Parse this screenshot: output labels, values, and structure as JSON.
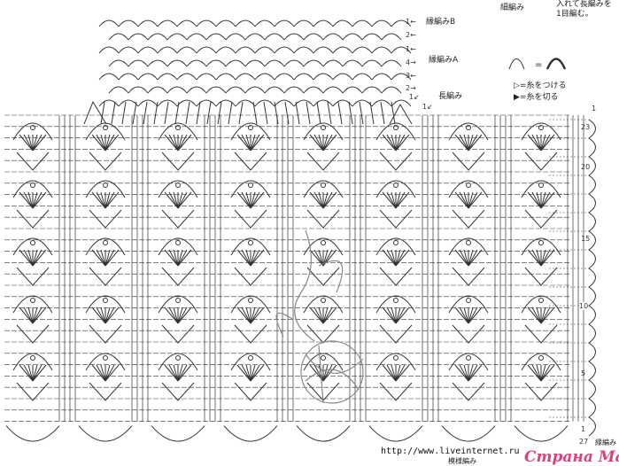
{
  "legend": {
    "sc_label": "細編み",
    "dc_note_line1": "入れて長編みを",
    "dc_note_line2": "1目編む。",
    "join_yarn": "=糸をつける",
    "cut_yarn": "=糸を切る",
    "equals": "="
  },
  "edging": {
    "border_b": "縁編みB",
    "border_a": "縁編みA",
    "dc_row": "長編み",
    "row_marks": [
      "1←",
      "2←",
      "1←",
      "4→",
      "3←",
      "2→",
      "1↙",
      "1↙"
    ]
  },
  "row_numbers": [
    "23",
    "20",
    "15",
    "10",
    "5",
    "1",
    "27",
    "1"
  ],
  "bottom_labels": {
    "side_edging": "縁編み",
    "pattern_stitch": "模様編み"
  },
  "watermark": {
    "url": "http://www.liveinternet.ru",
    "brand": "Страна Мам"
  },
  "colors": {
    "ink": "#333333",
    "brand": "#e0407a"
  }
}
